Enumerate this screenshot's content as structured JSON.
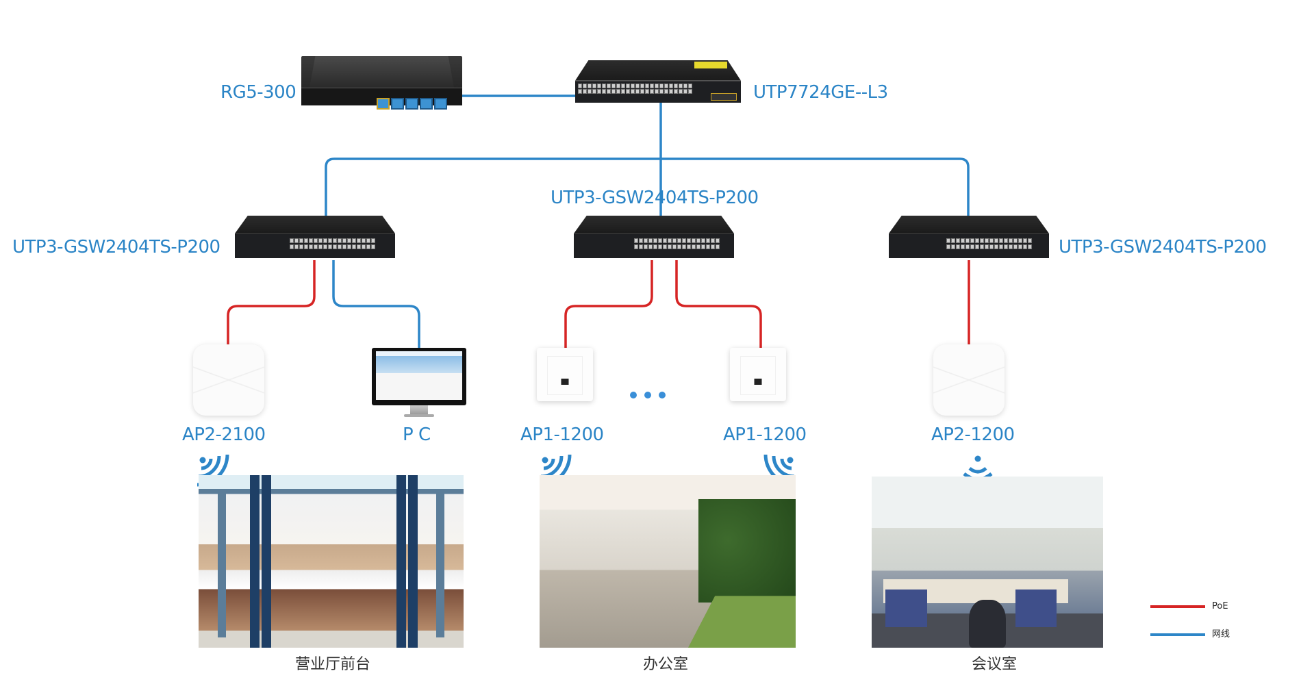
{
  "colors": {
    "ethernet": "#2d86c8",
    "poe": "#d62424",
    "label": "#2a84c6",
    "dots": "#3a8fd8"
  },
  "core": {
    "gateway": {
      "label": "RG5-300",
      "icon": "router-icon"
    },
    "core_switch": {
      "label": "UTP7724GE--L3",
      "icon": "switch-icon"
    }
  },
  "access_switches": [
    {
      "label": "UTP3-GSW2404TS-P200",
      "position": "left"
    },
    {
      "label": "UTP3-GSW2404TS-P200",
      "position": "center"
    },
    {
      "label": "UTP3-GSW2404TS-P200",
      "position": "right"
    }
  ],
  "endpoints": [
    {
      "label": "AP2-2100",
      "type": "ceiling-ap",
      "link": "PoE"
    },
    {
      "label": "P C",
      "type": "pc",
      "link": "网线"
    },
    {
      "label": "AP1-1200",
      "type": "wall-ap",
      "link": "PoE"
    },
    {
      "label": "AP1-1200",
      "type": "wall-ap",
      "link": "PoE"
    },
    {
      "label": "AP2-1200",
      "type": "ceiling-ap",
      "link": "PoE"
    }
  ],
  "ellipsis": "more access points",
  "rooms": [
    {
      "label": "营业厅前台",
      "photo": "reception-lobby"
    },
    {
      "label": "办公室",
      "photo": "open-office"
    },
    {
      "label": "会议室",
      "photo": "meeting-room"
    }
  ],
  "legend": {
    "items": [
      {
        "label": "PoE",
        "color": "#d62424"
      },
      {
        "label": "网线",
        "color": "#2d86c8"
      }
    ]
  }
}
